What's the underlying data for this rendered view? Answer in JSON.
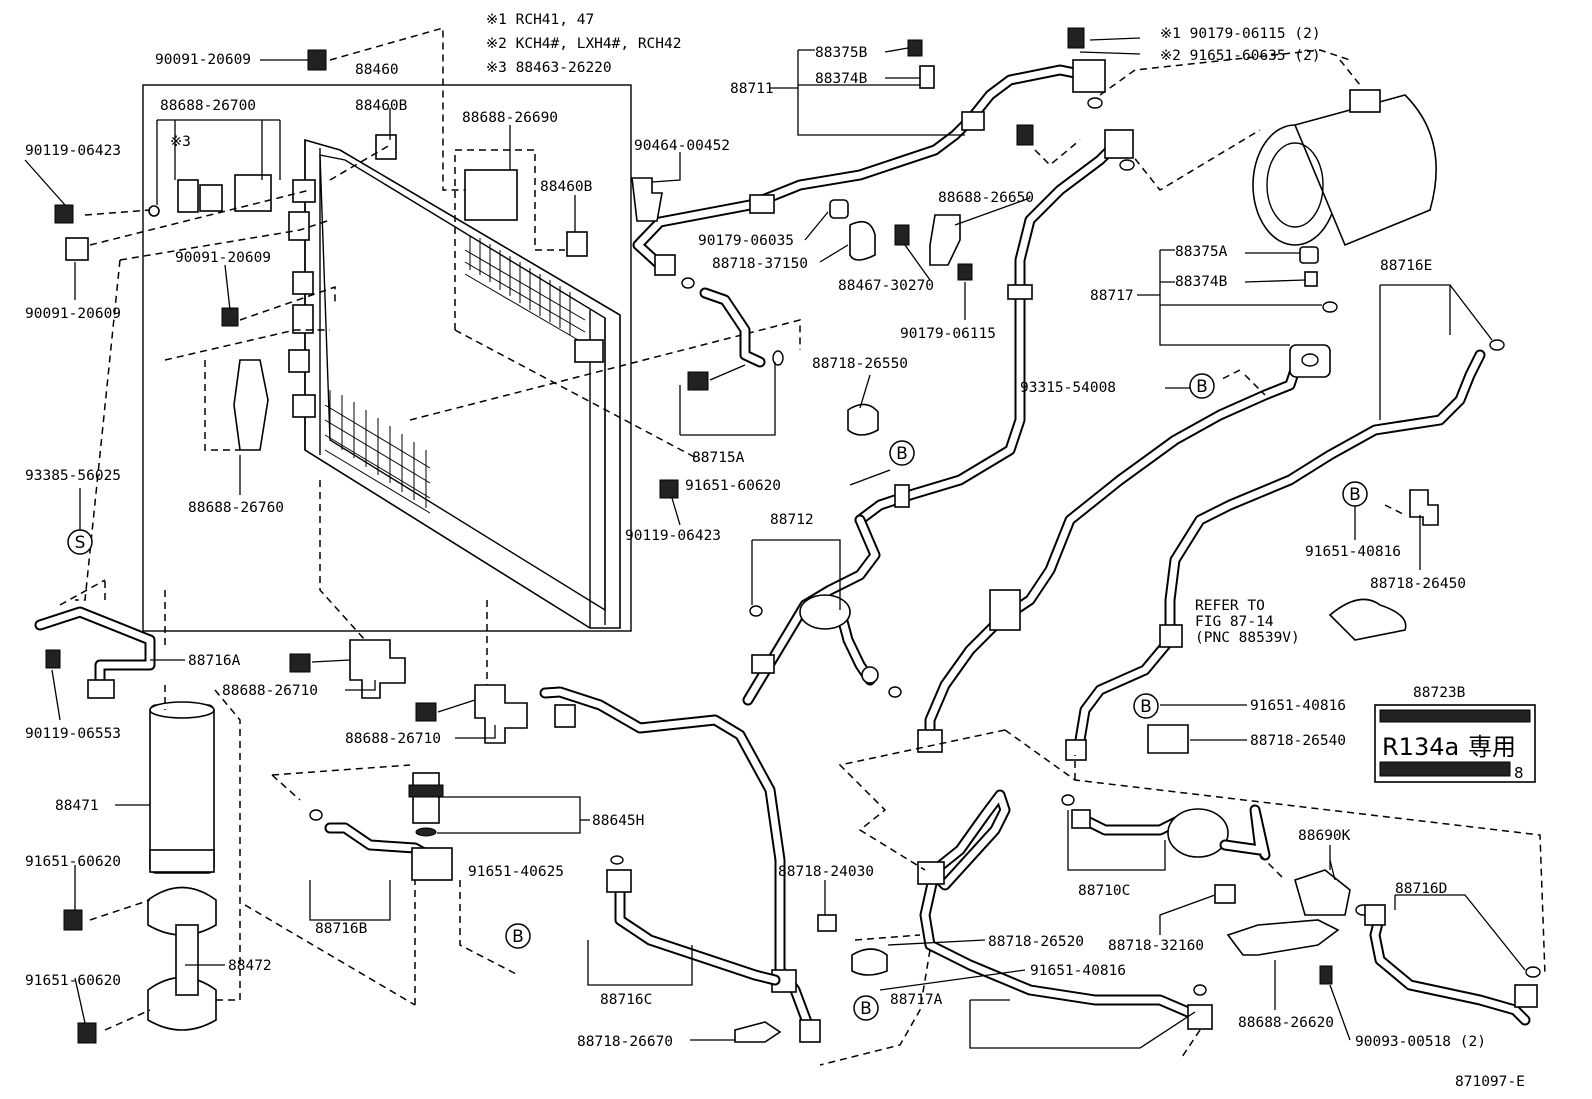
{
  "notes": {
    "n1": "※1  RCH41, 47",
    "n2": "※2  KCH4#, LXH4#, RCH42",
    "n3": "※3  88463-26220"
  },
  "bolt_notes": {
    "b1": "※1  90179-06115 (2)",
    "b2": "※2  91651-60635 (2)"
  },
  "labels": {
    "p90091_20609_top": "90091-20609",
    "p88460": "88460",
    "p88688_26700": "88688-26700",
    "p88460B_a": "88460B",
    "p88688_26690": "88688-26690",
    "p88460B_b": "88460B",
    "pRef3": "※3",
    "p90119_06423_a": "90119-06423",
    "p90091_20609_mid": "90091-20609",
    "p90091_20609_left": "90091-20609",
    "p88688_26760": "88688-26760",
    "p93385_56025": "93385-56025",
    "p88716A": "88716A",
    "p90119_06553": "90119-06553",
    "p88471": "88471",
    "p91651_60620_a": "91651-60620",
    "p88472": "88472",
    "p91651_60620_b": "91651-60620",
    "p88688_26710_a": "88688-26710",
    "p88688_26710_b": "88688-26710",
    "p88645H": "88645H",
    "p91651_40625": "91651-40625",
    "p88716B": "88716B",
    "p88716C": "88716C",
    "p88718_26670": "88718-26670",
    "p88718_24030": "88718-24030",
    "p88711": "88711",
    "p88375B": "88375B",
    "p88374B_a": "88374B",
    "p90464_00452": "90464-00452",
    "p90179_06035": "90179-06035",
    "p88718_37150": "88718-37150",
    "p88688_26650": "88688-26650",
    "p88467_30270": "88467-30270",
    "p90179_06115": "90179-06115",
    "p88718_26550": "88718-26550",
    "p88715A": "88715A",
    "p91651_60620_c": "91651-60620",
    "p90119_06423_b": "90119-06423",
    "p88712": "88712",
    "p88375A": "88375A",
    "p88374B_b": "88374B",
    "p88717": "88717",
    "p88716E": "88716E",
    "p93315_54008": "93315-54008",
    "p91651_40816_a": "91651-40816",
    "p88718_26450": "88718-26450",
    "refer1": "REFER TO",
    "refer2": "FIG 87-14",
    "refer3": "(PNC 88539V)",
    "p88723B": "88723B",
    "p91651_40816_b": "91651-40816",
    "p88718_26540": "88718-26540",
    "p88710C": "88710C",
    "p88690K": "88690K",
    "p88718_26520": "88718-26520",
    "p91651_40816_c": "91651-40816",
    "p88718_32160": "88718-32160",
    "p88716D": "88716D",
    "p88717A": "88717A",
    "p88688_26620": "88688-26620",
    "p90093_00518": "90093-00518 (2)",
    "fig_no": "871097-E"
  },
  "circle_marks": {
    "s": "S",
    "b": "B"
  },
  "refrigerant_label": {
    "main": "R134a",
    "kanji": "専用",
    "digit": "8"
  }
}
